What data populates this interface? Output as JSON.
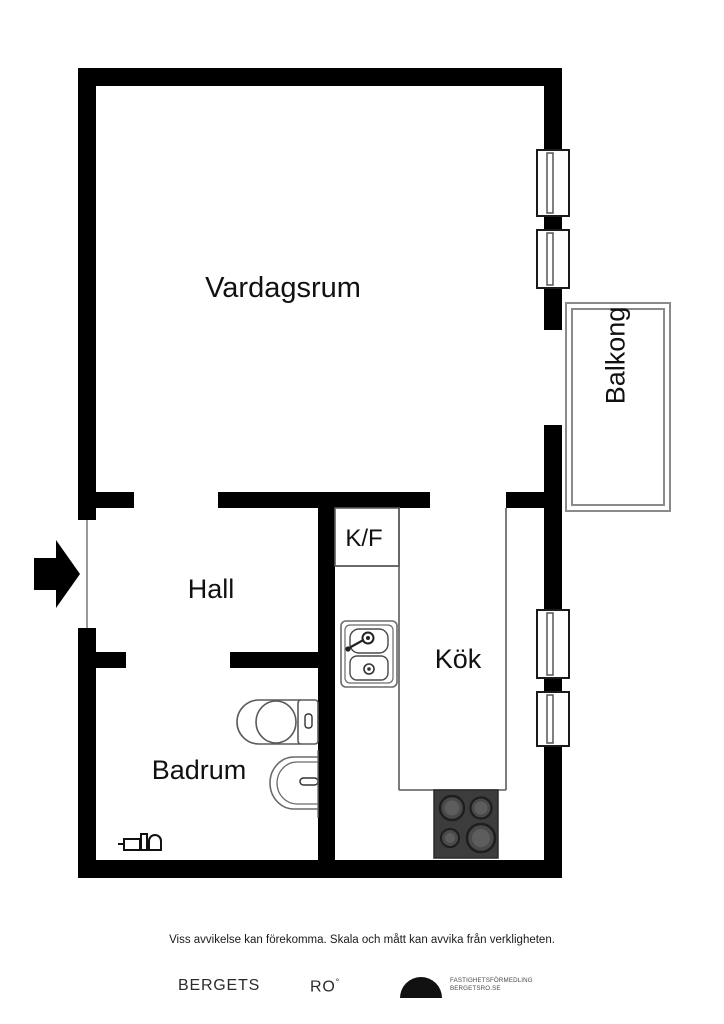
{
  "document": {
    "type": "floor-plan",
    "language": "sv"
  },
  "rooms": [
    {
      "key": "vardagsrum",
      "label": "Vardagsrum",
      "orientation": "horizontal"
    },
    {
      "key": "hall",
      "label": "Hall",
      "orientation": "horizontal"
    },
    {
      "key": "badrum",
      "label": "Badrum",
      "orientation": "horizontal"
    },
    {
      "key": "kok",
      "label": "Kök",
      "orientation": "horizontal"
    },
    {
      "key": "kf",
      "label": "K/F",
      "orientation": "horizontal"
    },
    {
      "key": "balkong",
      "label": "Balkong",
      "orientation": "vertical"
    }
  ],
  "fixtures": [
    {
      "name": "kitchen-sink",
      "room": "kok"
    },
    {
      "name": "stove-cooktop",
      "room": "kok",
      "burners": 4
    },
    {
      "name": "toilet",
      "room": "badrum"
    },
    {
      "name": "washbasin",
      "room": "badrum"
    },
    {
      "name": "floor-drain",
      "room": "badrum"
    }
  ],
  "openings": {
    "entrance_arrow": "entrance-direction-arrow",
    "windows": [
      {
        "name": "living-room-window-upper",
        "wall": "east"
      },
      {
        "name": "living-room-window-lower",
        "wall": "east"
      },
      {
        "name": "kitchen-window-upper",
        "wall": "east"
      },
      {
        "name": "kitchen-window-lower",
        "wall": "east"
      }
    ]
  },
  "footer": {
    "disclaimer": "Viss avvikelse kan förekomma. Skala och mått kan avvika från verkligheten.",
    "brand_primary": "BERGETS",
    "brand_secondary": "RO",
    "brand_secondary_mark": "°",
    "logo_line1": "FASTIGHETSFÖRMEDLING",
    "logo_line2": "BERGETSRO.SE"
  },
  "colors": {
    "wall": "#000000",
    "background": "#ffffff",
    "fixture_outline": "#555555",
    "stove_fill": "#3c3c3c",
    "balcony_outline": "#888888",
    "text": "#111111"
  }
}
